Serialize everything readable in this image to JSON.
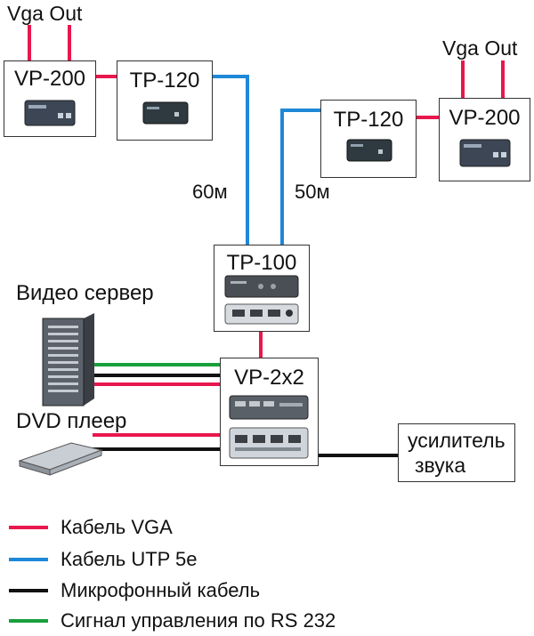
{
  "labels": {
    "vga_out_left": "Vga Out",
    "vga_out_right": "Vga Out",
    "dist_60": "60м",
    "dist_50": "50м",
    "video_server": "Видео сервер",
    "dvd_player": "DVD  плеер"
  },
  "devices": {
    "vp200_left": "VP-200",
    "tp120_left": "TP-120",
    "tp120_right": "TP-120",
    "vp200_right": "VP-200",
    "tp100": "TP-100",
    "vp2x2": "VP-2x2",
    "amplifier_line1": "усилитель",
    "amplifier_line2": "звука"
  },
  "legend": [
    {
      "label": "Кабель VGA",
      "color": "#e8174d"
    },
    {
      "label": "Кабель UTP 5e",
      "color": "#1e88d8"
    },
    {
      "label": "Микрофонный кабель",
      "color": "#111111"
    },
    {
      "label": "Сигнал управления по RS 232",
      "color": "#19a03c"
    }
  ],
  "colors": {
    "vga": "#e8174d",
    "utp": "#1e88d8",
    "mic": "#111111",
    "rs232": "#19a03c"
  }
}
